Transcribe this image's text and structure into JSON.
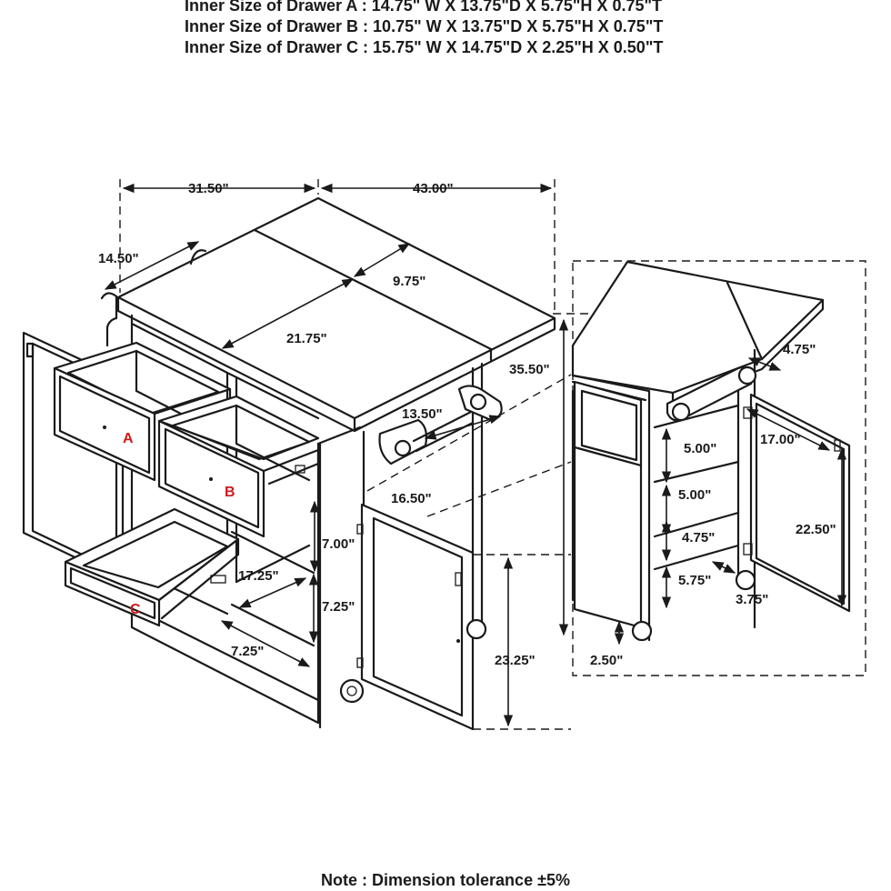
{
  "specs": [
    "Inner Size of Drawer A : 14.75\" W X 13.75\"D X 5.75\"H X 0.75\"T",
    "Inner Size of Drawer B : 10.75\" W X 13.75\"D X 5.75\"H X 0.75\"T",
    "Inner Size of Drawer C : 15.75\" W X 14.75\"D X 2.25\"H X 0.50\"T"
  ],
  "main_view": {
    "width_closed": "31.50\"",
    "width_open": "43.00\"",
    "depth": "14.50\"",
    "leaf_depth": "9.75\"",
    "top_depth": "21.75\"",
    "height": "35.50\"",
    "towel_bar": "13.50\"",
    "cabinet_width": "16.50\"",
    "open_shelf_height": "7.00\"",
    "shelf_width": "17.25\"",
    "lower_shelf_height": "7.25\"",
    "lower_shelf_depth": "7.25\"",
    "door_height": "23.25\"",
    "drawer_labels": [
      "A",
      "B",
      "C"
    ]
  },
  "side_view": {
    "rack_depth": "4.75\"",
    "door_width": "17.00\"",
    "shelf_1": "5.00\"",
    "shelf_2": "5.00\"",
    "shelf_3": "4.75\"",
    "door_height": "22.50\"",
    "shelf_4": "5.75\"",
    "rack_bottom": "3.75\"",
    "caster_height": "2.50\""
  },
  "note": "Note : Dimension tolerance ±5%"
}
